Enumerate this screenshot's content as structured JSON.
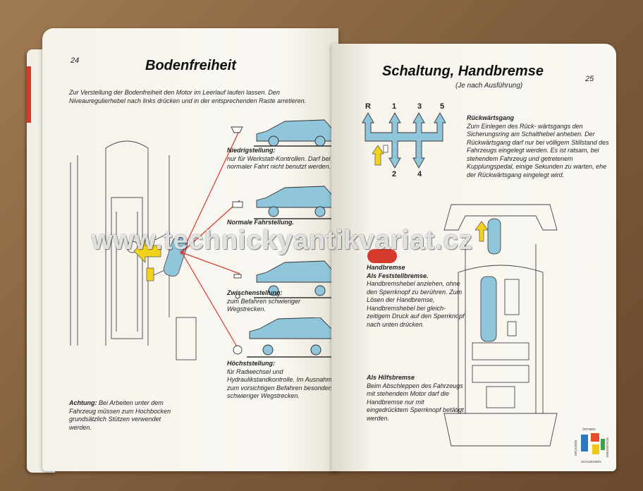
{
  "left_page": {
    "page_number": "24",
    "title": "Bodenfreiheit",
    "intro": "Zur Verstellung der Bodenfreiheit den Motor im Leerlauf laufen lassen. Den Niveauregulierhebel nach links drücken und in der entsprechenden Raste arretieren.",
    "positions": [
      {
        "heading": "Niedrigstellung:",
        "text": "nur für Werkstatt-Kontrollen. Darf bei normaler Fahrt nicht benutzt werden."
      },
      {
        "heading": "Normale Fahrstellung.",
        "text": ""
      },
      {
        "heading": "Zwischenstellung:",
        "text": "zum Befahren schwieriger Wegstrecken."
      },
      {
        "heading": "Höchststellung:",
        "text": "für Radwechsel und Hydraulikstandkontrolle. Im Ausnahmefall zum vorsichtigen Befahren besonders schwieriger Wegstrecken."
      }
    ],
    "note_label": "Achtung:",
    "note_text": "Bei Arbeiten unter dem Fahrzeug müssen zum Hochbocken grundsätzlich Stützen verwendet werden."
  },
  "right_page": {
    "page_number": "25",
    "title": "Schaltung, Handbremse",
    "subtitle": "(Je nach Ausführung)",
    "gear_labels": {
      "r": "R",
      "g1": "1",
      "g3": "3",
      "g5": "5",
      "g2": "2",
      "g4": "4"
    },
    "reverse_heading": "Rückwärtsgang",
    "reverse_text": "Zum Einlegen des Rück- wärtsgangs den Sicherungsring am Schalthebel anheben. Der Rückwärtsgang darf nur bei völligem Stillstand des Fahrzeugs eingelegt werden. Es ist ratsam, bei stehendem Fahrzeug und getretenem Kupplungspedal, einige Sekunden zu warten, ehe der Rückwärtsgang eingelegt wird.",
    "handbrake_heading": "Handbremse",
    "parking_heading": "Als Feststellbremse.",
    "parking_text": "Handbremshebel anziehen, ohne den Sperrknopf zu berühren. Zum Lösen der Handbremse, Handbremshebel bei gleich- zeitigem Druck auf den Sperrknopf nach unten drücken.",
    "aux_heading": "Als Hilfsbremse",
    "aux_text": "Beim Abschleppen des Fahrzeugs mit stehendem Motor darf die Handbremse nur mit eingedrücktem Sperrknopf betätigt werden.",
    "logo_labels": {
      "top": "ÖFFNEN",
      "right": "SCHLIESSEN",
      "left": "DRÜCKEN",
      "bottom": "SCHLIESSEN"
    }
  },
  "watermark": "www.technickyantikvariat.cz",
  "colors": {
    "accent_blue": "#8fc6dc",
    "line_red": "#d9392b",
    "arrow_yellow": "#f3d21c",
    "brake_red": "#d63a2c"
  }
}
